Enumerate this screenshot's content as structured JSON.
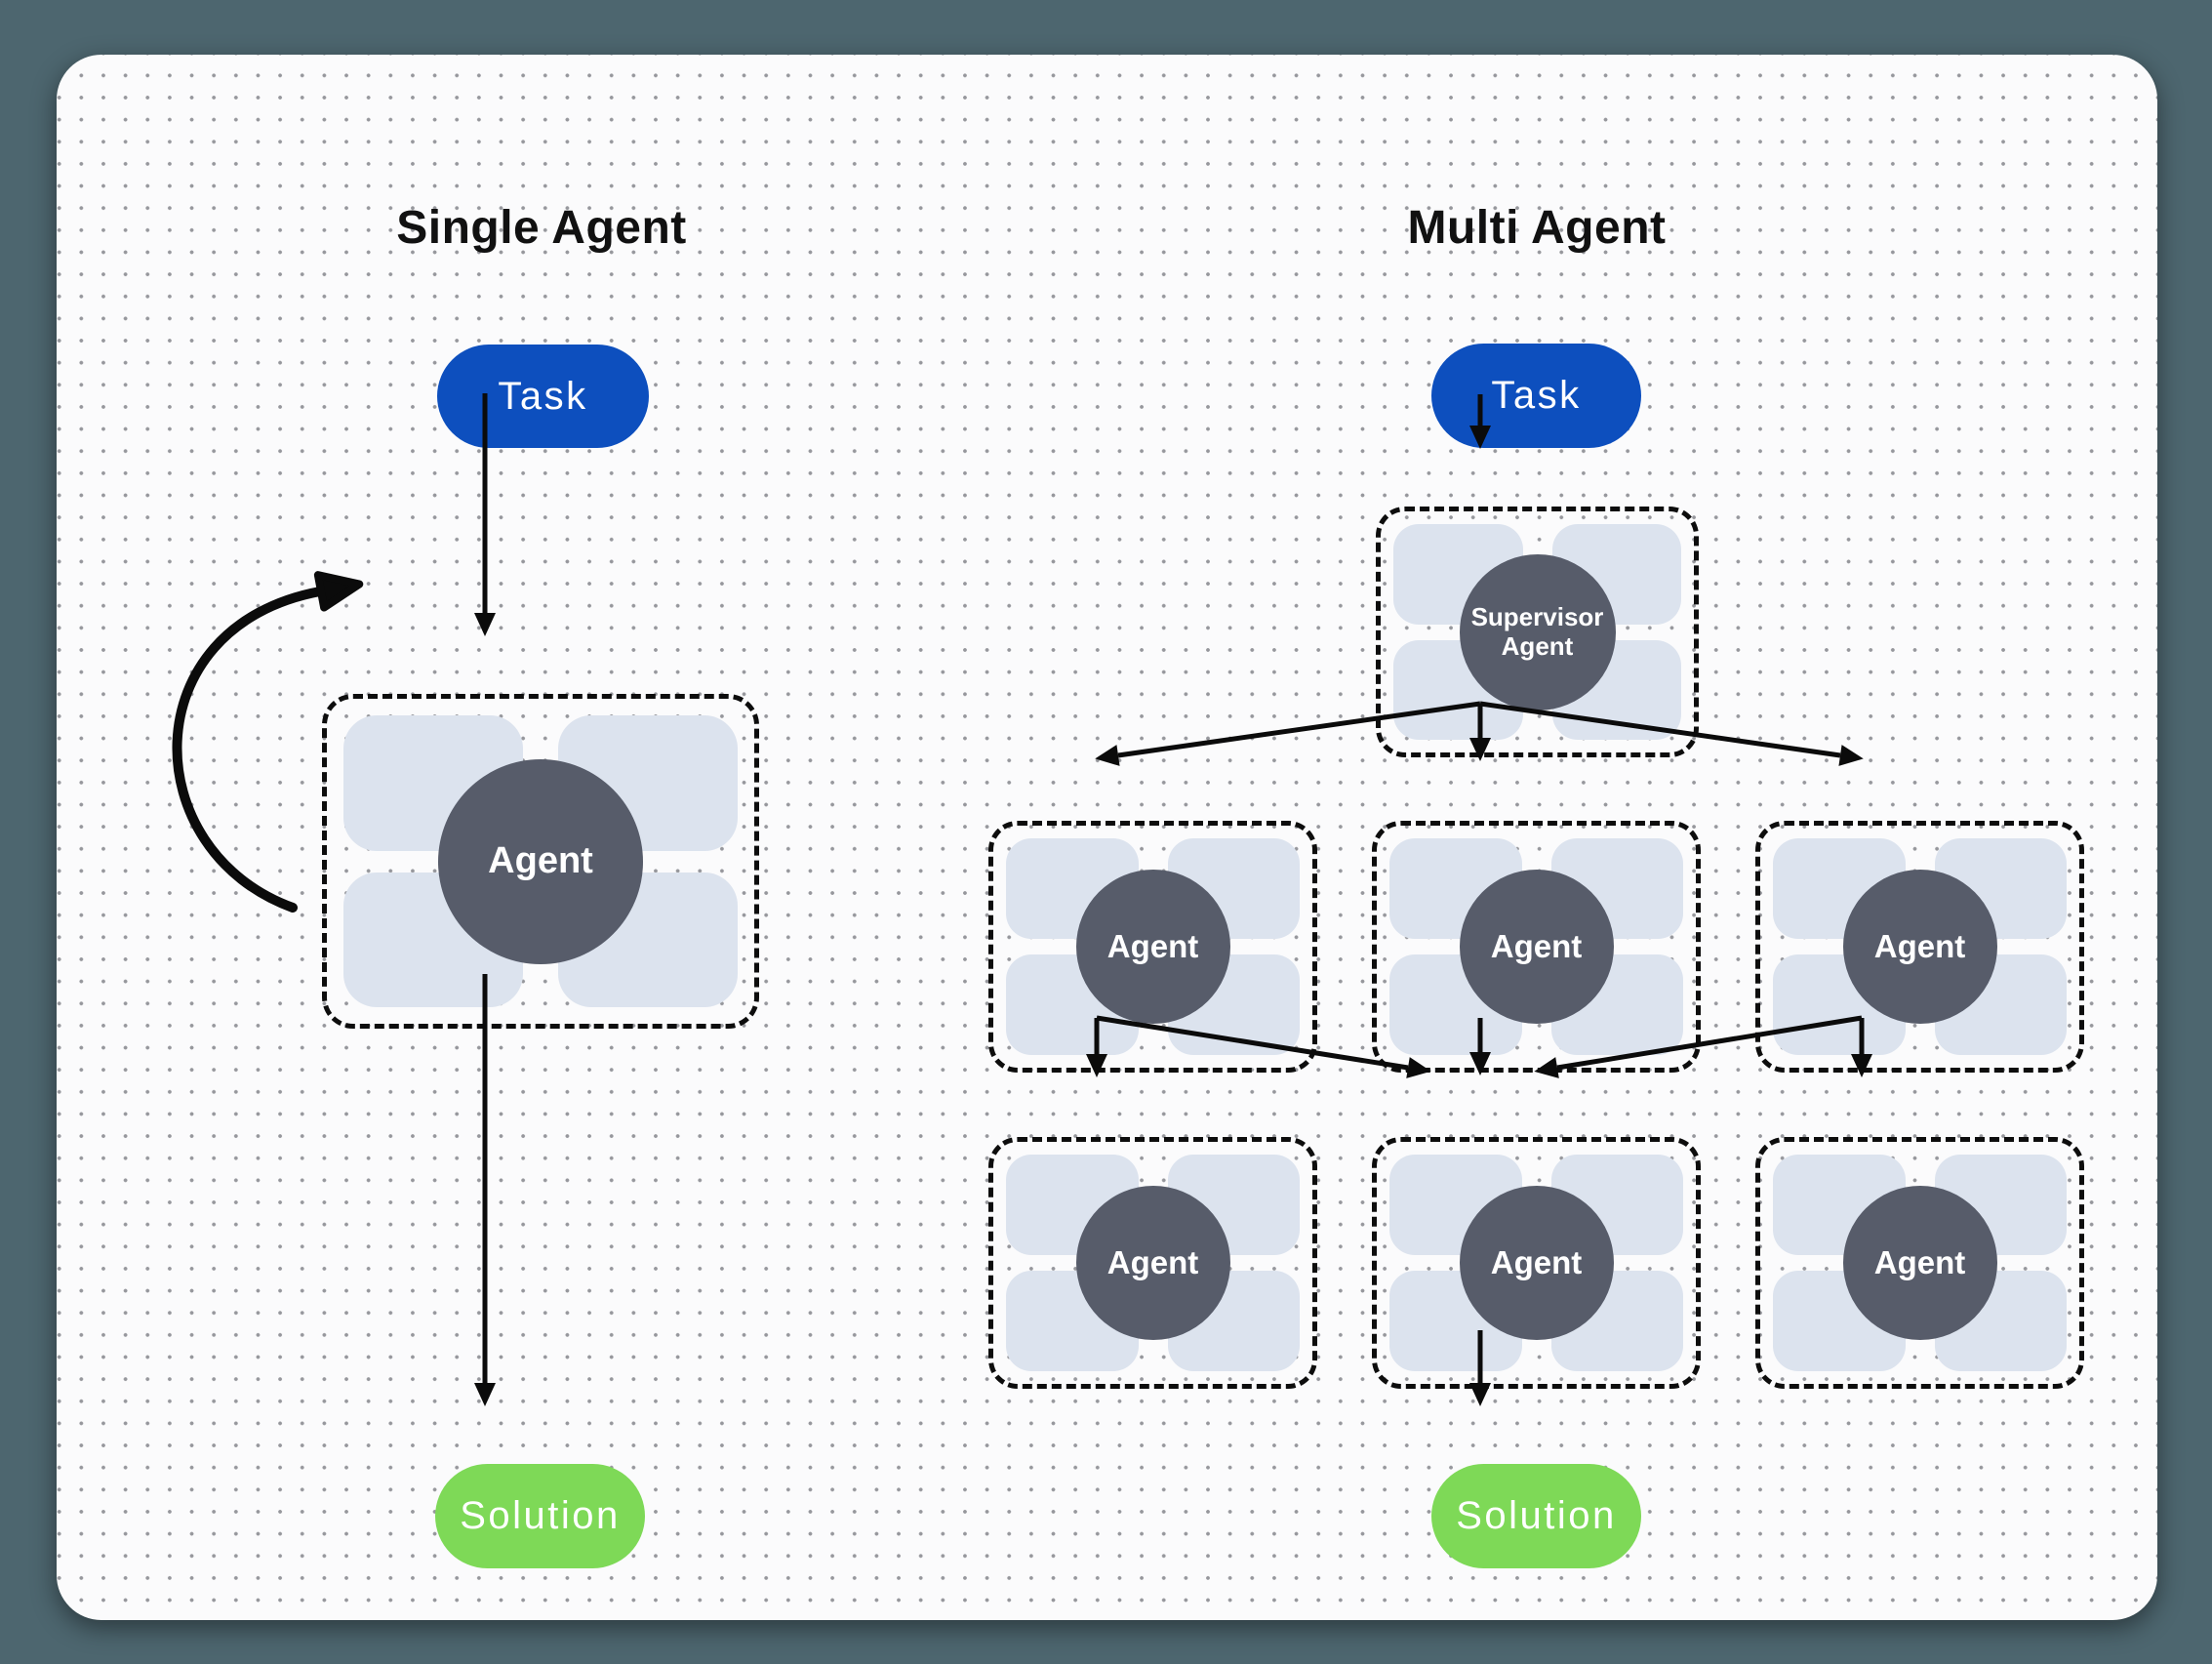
{
  "colors": {
    "outer_background": "#4d666f",
    "card_background": "#fbfbfc",
    "dot_grid": "#96979c",
    "task_pill": "#0d4fbe",
    "solution_pill": "#7ed957",
    "agent_circle": "#575c6a",
    "tool_tile": "#dce3ee",
    "arrow": "#0b0b0b"
  },
  "single": {
    "title": "Single Agent",
    "task_label": "Task",
    "agent_label": "Agent",
    "solution_label": "Solution"
  },
  "multi": {
    "title": "Multi Agent",
    "task_label": "Task",
    "supervisor_label": "Supervisor Agent",
    "row1": [
      {
        "label": "Agent"
      },
      {
        "label": "Agent"
      },
      {
        "label": "Agent"
      }
    ],
    "row2": [
      {
        "label": "Agent"
      },
      {
        "label": "Agent"
      },
      {
        "label": "Agent"
      }
    ],
    "solution_label": "Solution"
  }
}
